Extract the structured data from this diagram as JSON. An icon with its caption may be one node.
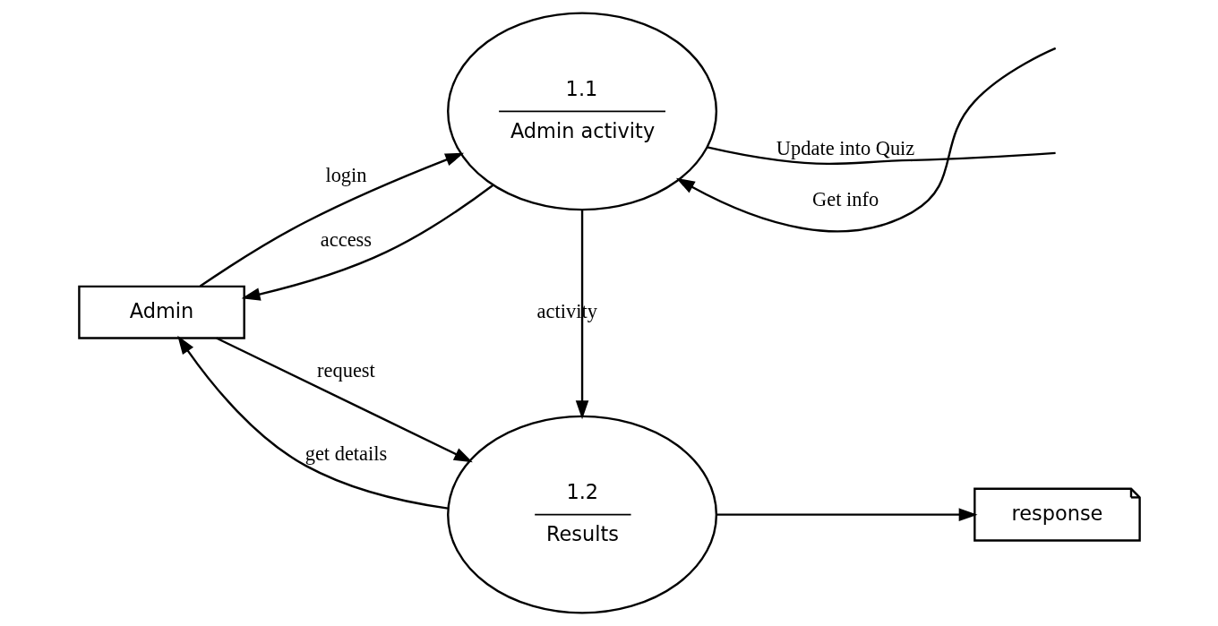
{
  "diagram": {
    "nodes": [
      {
        "text": [
          "Admin"
        ]
      },
      {
        "text": [
          "1.1",
          "Admin activity"
        ]
      },
      {
        "text": [
          "1.2",
          "Results"
        ]
      },
      {
        "text": [
          "response"
        ]
      }
    ],
    "edges": [
      {
        "from": 0,
        "to": 1,
        "arrow": "to",
        "label": "login"
      },
      {
        "from": 1,
        "to": 0,
        "arrow": "to",
        "label": "access"
      },
      {
        "from": null,
        "to": 1,
        "arrow": "to",
        "label": "Get info"
      },
      {
        "from": 1,
        "to": null,
        "arrow": "none",
        "label": "Update into Quiz"
      },
      {
        "from": 1,
        "to": 2,
        "arrow": "to",
        "label": "activity"
      },
      {
        "from": 0,
        "to": 2,
        "arrow": "to",
        "label": "request"
      },
      {
        "from": 2,
        "to": 0,
        "arrow": "to",
        "label": "get details"
      },
      {
        "from": 2,
        "to": 3,
        "arrow": "to"
      }
    ]
  }
}
